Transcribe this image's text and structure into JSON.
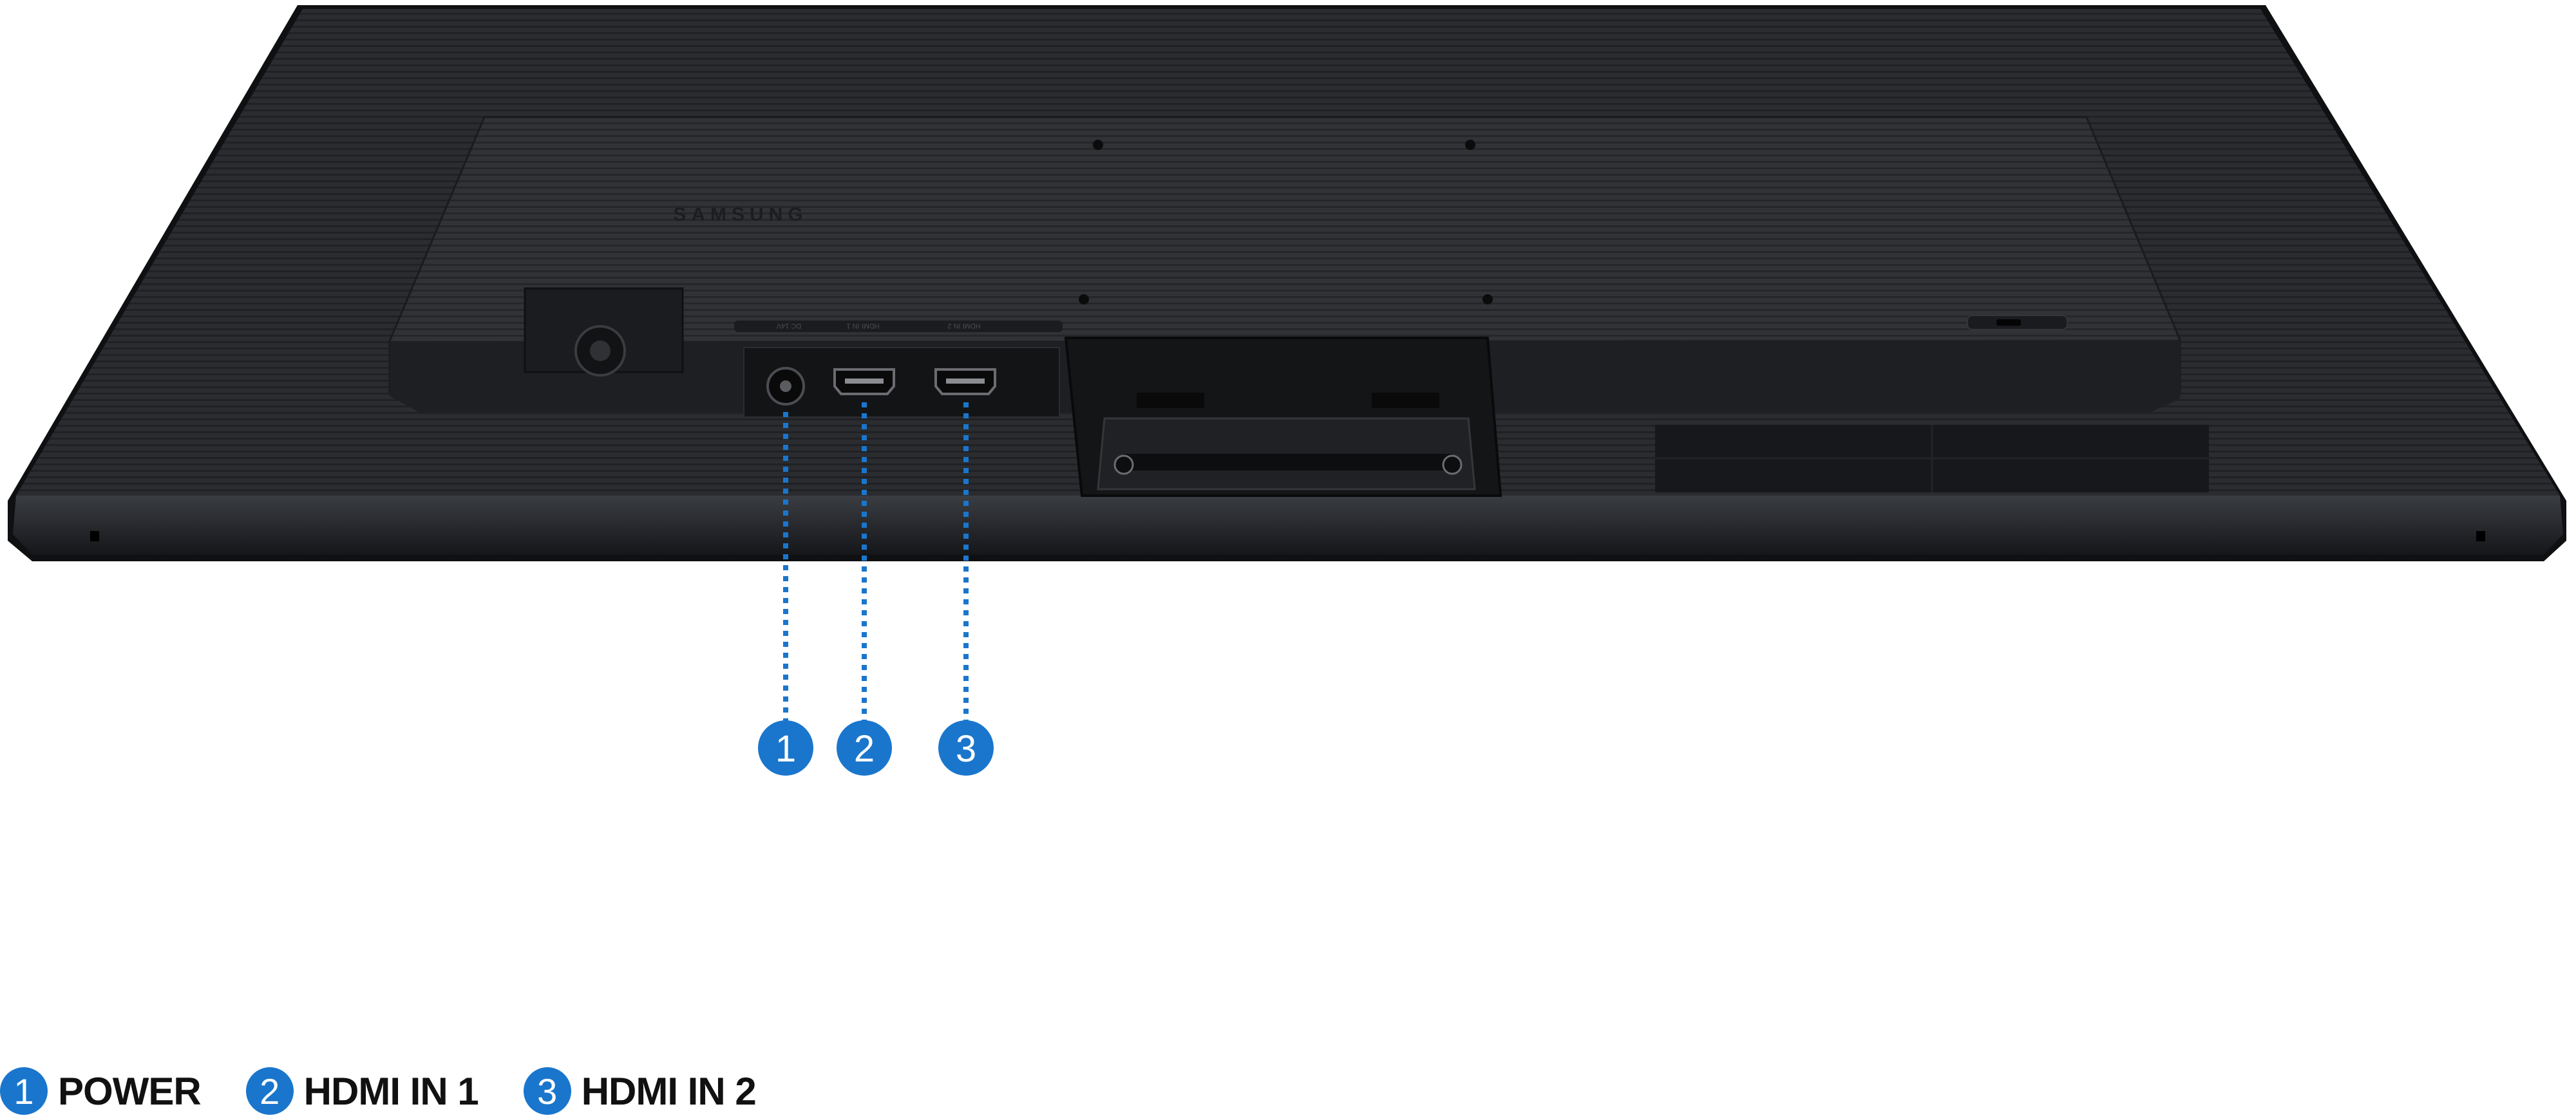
{
  "brand": "SAMSUNG",
  "port_markings": [
    "DC 14V",
    "HDMI IN 1",
    "HDMI IN 2"
  ],
  "callouts": [
    {
      "number": "1",
      "label": "POWER"
    },
    {
      "number": "2",
      "label": "HDMI IN 1"
    },
    {
      "number": "3",
      "label": "HDMI IN 2"
    }
  ],
  "colors": {
    "accent": "#1a76cc",
    "monitor_body": "#25272b",
    "background": "#ffffff",
    "text": "#111111"
  }
}
